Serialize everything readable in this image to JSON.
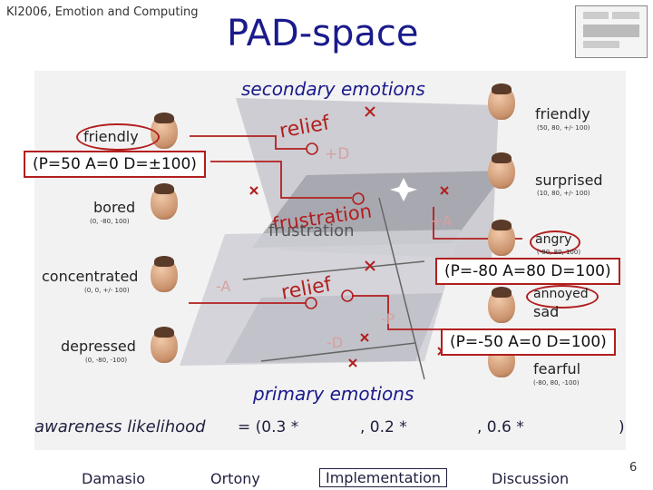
{
  "header": {
    "conference": "KI2006, Emotion and Computing",
    "title": "PAD-space"
  },
  "diagram": {
    "secondary_label": "secondary emotions",
    "primary_label": "primary emotions",
    "plane_labels": {
      "relief_top": "relief",
      "frustration_a": "frustration",
      "frustration_b": "frustration",
      "relief_bottom": "relief",
      "plus_d": "+D",
      "plus_a": "+A",
      "minus_a": "-A",
      "minus_p": "-P",
      "minus_d": "-D"
    },
    "left_emotions": [
      {
        "name": "friendly",
        "coords": ""
      },
      {
        "name": "bored",
        "coords": "(0, -80, 100)"
      },
      {
        "name": "concentrated",
        "coords": "(0, 0, +/- 100)"
      },
      {
        "name": "depressed",
        "coords": "(0, -80, -100)"
      }
    ],
    "right_emotions": [
      {
        "name": "friendly",
        "coords": "(50, 80, +/- 100)"
      },
      {
        "name": "surprised",
        "coords": "(10, 80, +/- 100)"
      },
      {
        "name": "angry",
        "coords": "(-80, 80, 100)"
      },
      {
        "name": "annoyed",
        "coords": ""
      },
      {
        "name": "sad",
        "coords": ""
      },
      {
        "name": "fearful",
        "coords": "(-80, 80, -100)"
      }
    ],
    "callouts": {
      "left": "(P=50 A=0 D=±100)",
      "right_top": "(P=-80 A=80 D=100)",
      "right_bottom": "(P=-50 A=0 D=100)"
    },
    "colors": {
      "accent": "#b21e1e",
      "title": "#1a1a8c",
      "plane": "#8f8f96"
    }
  },
  "formula": {
    "text": "awareness likelihood",
    "p1": "= (0.3 *",
    "p2": ", 0.2 *",
    "p3": ", 0.6 *",
    "p4": ")"
  },
  "nav": {
    "damasio": "Damasio",
    "ortony": "Ortony",
    "implementation": "Implementation",
    "discussion": "Discussion"
  },
  "page_number": "6"
}
